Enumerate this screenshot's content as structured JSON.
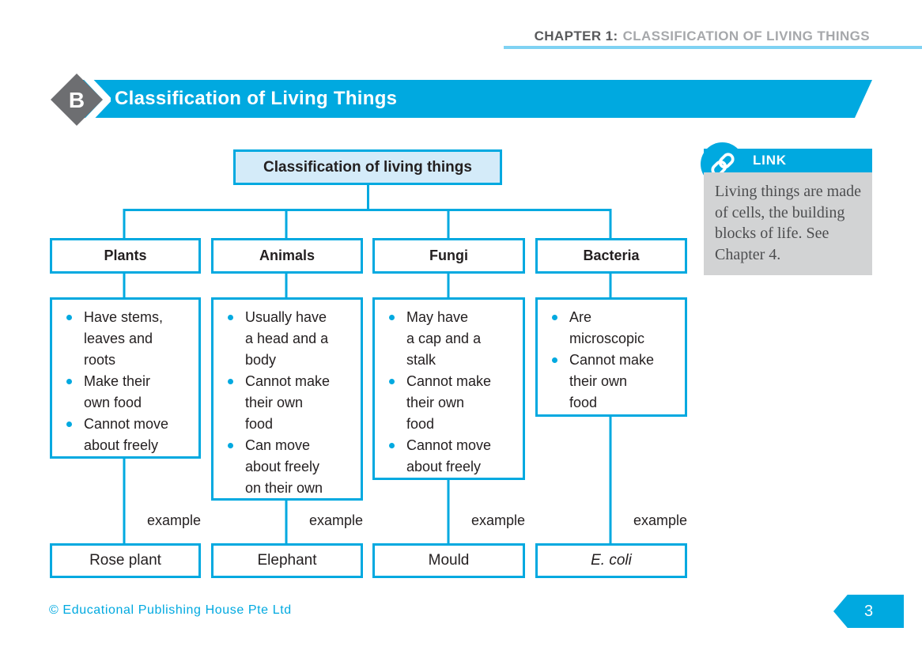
{
  "page": {
    "header": {
      "chapter_label": "CHAPTER 1:",
      "chapter_title": "CLASSIFICATION OF LIVING THINGS"
    },
    "section": {
      "badge": "B",
      "title": "Classification of Living Things"
    },
    "footer": {
      "copyright": "© Educational Publishing House Pte Ltd",
      "page_number": "3"
    }
  },
  "link_callout": {
    "icon": "chain-link-icon",
    "title": "LINK",
    "body": "Living things are made of cells, the building blocks of life. See Chapter 4."
  },
  "diagram": {
    "root": "Classification of living things",
    "example_label": "example",
    "columns": [
      {
        "name": "Plants",
        "bullets": [
          "Have stems,\nleaves and\nroots",
          "Make their\nown food",
          "Cannot move\nabout freely"
        ],
        "example": "Rose plant"
      },
      {
        "name": "Animals",
        "bullets": [
          "Usually have\na head and a\nbody",
          "Cannot make\ntheir own\nfood",
          "Can move\nabout freely\non their own"
        ],
        "example": "Elephant"
      },
      {
        "name": "Fungi",
        "bullets": [
          "May have\na cap and a\nstalk",
          "Cannot make\ntheir own\nfood",
          "Cannot move\nabout freely"
        ],
        "example": "Mould"
      },
      {
        "name": "Bacteria",
        "bullets": [
          "Are\nmicroscopic",
          "Cannot make\ntheir own\nfood"
        ],
        "example": "E. coli"
      }
    ]
  },
  "colors": {
    "accent_blue": "#00a9e0",
    "light_blue_fill": "#d4ebf9",
    "underline_blue": "#7fd2f3",
    "badge_gray": "#6d6e71",
    "callout_gray": "#d2d3d4",
    "header_dark_gray": "#58595b",
    "header_light_gray": "#a6a8ab",
    "text_dark": "#231f20"
  }
}
